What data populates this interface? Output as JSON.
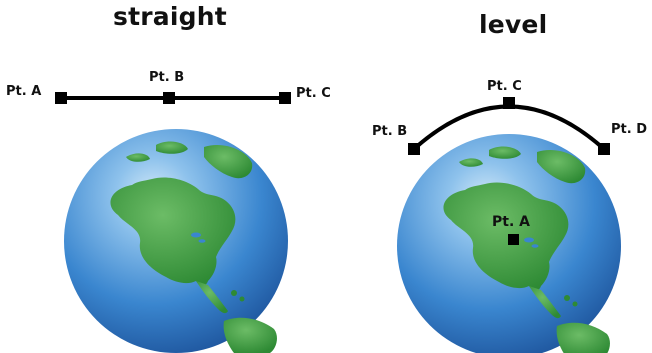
{
  "panels": {
    "left": {
      "title": "straight",
      "points": {
        "a": "Pt. A",
        "b": "Pt. B",
        "c": "Pt. C"
      }
    },
    "right": {
      "title": "level",
      "points": {
        "a": "Pt. A",
        "b": "Pt. B",
        "c": "Pt. C",
        "d": "Pt. D"
      }
    }
  },
  "colors": {
    "ocean_light": "#8ec2ec",
    "ocean_mid": "#3a86cf",
    "ocean_dark": "#1a4e96",
    "land_light": "#63b35f",
    "land_dark": "#2e8a34",
    "marker": "#000000"
  }
}
